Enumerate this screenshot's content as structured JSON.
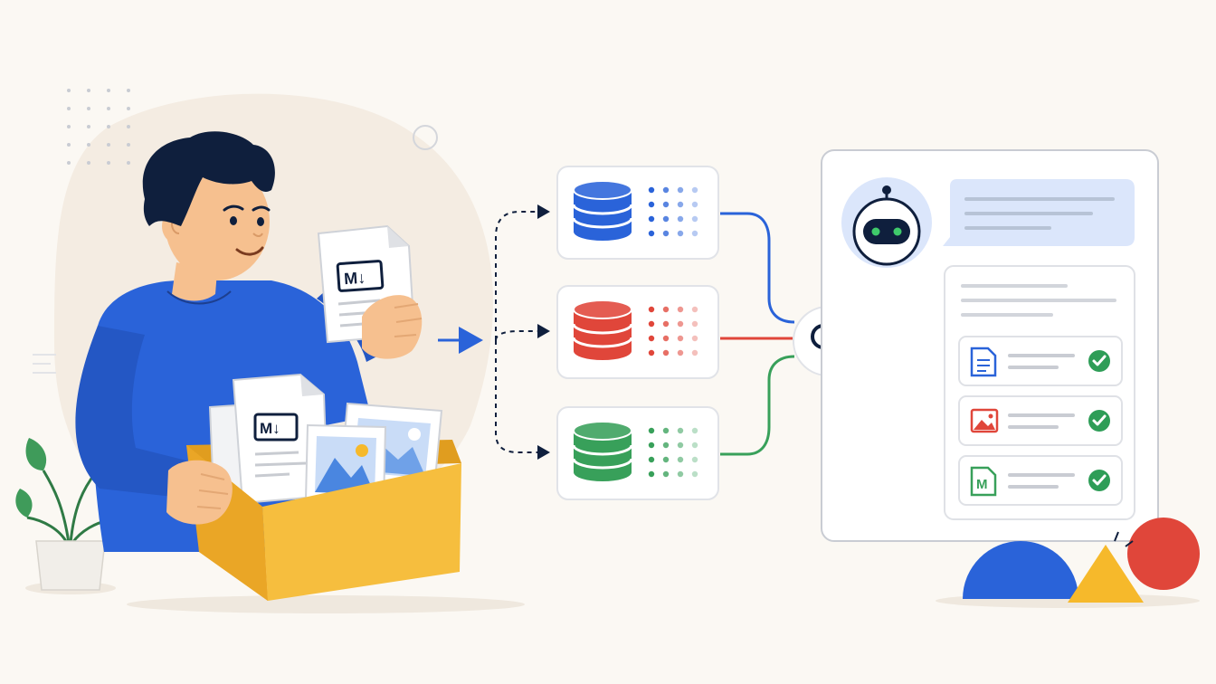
{
  "illustration": {
    "person": {
      "shirt_color": "#2a63d9",
      "hair_color": "#0f1f3d",
      "skin_color": "#f6c08f"
    },
    "held_document": {
      "badge": "M↓"
    },
    "box": {
      "color": "#f2b12c",
      "items": [
        {
          "kind": "markdown-document",
          "badge": "M↓"
        },
        {
          "kind": "image-document"
        },
        {
          "kind": "image-document"
        }
      ]
    },
    "plant": {
      "leaf_color": "#3f9b5a"
    }
  },
  "databases": [
    {
      "name": "database-blue",
      "color": "#2a63d9"
    },
    {
      "name": "database-red",
      "color": "#e0463a"
    },
    {
      "name": "database-green",
      "color": "#38a05a"
    }
  ],
  "search": {
    "icon": "magnifier-icon"
  },
  "chat_panel": {
    "assistant_icon": "robot-icon",
    "results": [
      {
        "icon": "document-icon",
        "color": "#2a63d9",
        "status_icon": "check-icon"
      },
      {
        "icon": "image-icon",
        "color": "#e0463a",
        "status_icon": "check-icon"
      },
      {
        "icon": "markdown-icon",
        "color": "#38a05a",
        "badge": "M",
        "status_icon": "check-icon"
      }
    ]
  },
  "decor_colors": {
    "blue": "#2a63d9",
    "yellow": "#f6b92b",
    "red": "#e0463a"
  }
}
